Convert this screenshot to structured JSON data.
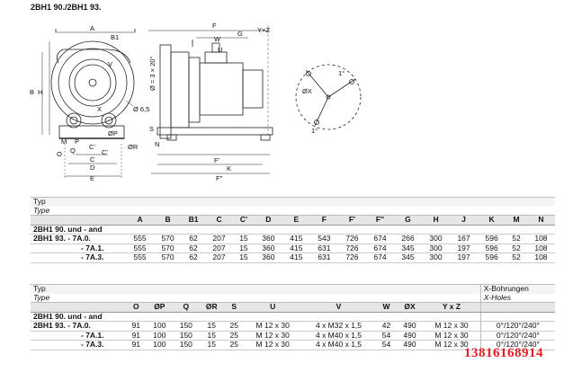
{
  "title": "2BH1 90./2BH1 93.",
  "drawing": {
    "front_labels": [
      "A",
      "B",
      "B1",
      "V",
      "Ø 6,5",
      "C'",
      "C'",
      "C",
      "D",
      "E",
      "H",
      "M",
      "P",
      "Q",
      "O",
      "ØR",
      "ØP",
      "X"
    ],
    "side_labels": [
      "F",
      "G",
      "W",
      "U",
      "Y×Z",
      "Ø = 3 × 20°",
      "S",
      "N",
      "F'",
      "K",
      "F''"
    ],
    "detail_labels": [
      "1°",
      "1°",
      "ØX"
    ]
  },
  "table1": {
    "typ": "Typ",
    "type": "Type",
    "columns": [
      "A",
      "B",
      "B1",
      "C",
      "C'",
      "D",
      "E",
      "F",
      "F'",
      "F''",
      "G",
      "H",
      "J",
      "K",
      "M",
      "N"
    ],
    "rows": [
      {
        "label": "2BH1 90. und - and",
        "values": [
          "",
          "",
          "",
          "",
          "",
          "",
          "",
          "",
          "",
          "",
          "",
          "",
          "",
          "",
          "",
          ""
        ]
      },
      {
        "label": "2BH1 93. - 7A.0.",
        "values": [
          "555",
          "570",
          "62",
          "207",
          "15",
          "360",
          "415",
          "543",
          "726",
          "674",
          "266",
          "300",
          "167",
          "596",
          "52",
          "108"
        ]
      },
      {
        "label": "- 7A.1.",
        "values": [
          "555",
          "570",
          "62",
          "207",
          "15",
          "360",
          "415",
          "631",
          "726",
          "674",
          "345",
          "300",
          "197",
          "596",
          "52",
          "108"
        ]
      },
      {
        "label": "- 7A.3.",
        "values": [
          "555",
          "570",
          "62",
          "207",
          "15",
          "360",
          "415",
          "631",
          "726",
          "674",
          "345",
          "300",
          "197",
          "596",
          "52",
          "108"
        ]
      }
    ]
  },
  "table2": {
    "typ": "Typ",
    "type": "Type",
    "x_holes_de": "X-Bohrungen",
    "x_holes_en": "X-Holes",
    "columns": [
      "O",
      "ØP",
      "Q",
      "ØR",
      "S",
      "U",
      "V",
      "W",
      "ØX",
      "Y x Z",
      ""
    ],
    "rows": [
      {
        "label": "2BH1 90. und - and",
        "values": [
          "",
          "",
          "",
          "",
          "",
          "",
          "",
          "",
          "",
          "",
          ""
        ]
      },
      {
        "label": "2BH1 93. - 7A.0.",
        "values": [
          "91",
          "100",
          "150",
          "15",
          "25",
          "M 12 x 30",
          "4 x M32 x 1,5",
          "42",
          "490",
          "M 12 x 30",
          "0°/120°/240°"
        ]
      },
      {
        "label": "- 7A.1.",
        "values": [
          "91",
          "100",
          "150",
          "15",
          "25",
          "M 12 x 30",
          "4 x M40 x 1,5",
          "54",
          "490",
          "M 12 x 30",
          "0°/120°/240°"
        ]
      },
      {
        "label": "- 7A.3.",
        "values": [
          "91",
          "100",
          "150",
          "15",
          "25",
          "M 12 x 30",
          "4 x M40 x 1,5",
          "54",
          "490",
          "M 12 x 30",
          "0°/120°/240°"
        ]
      }
    ]
  },
  "watermark": "13816168914"
}
